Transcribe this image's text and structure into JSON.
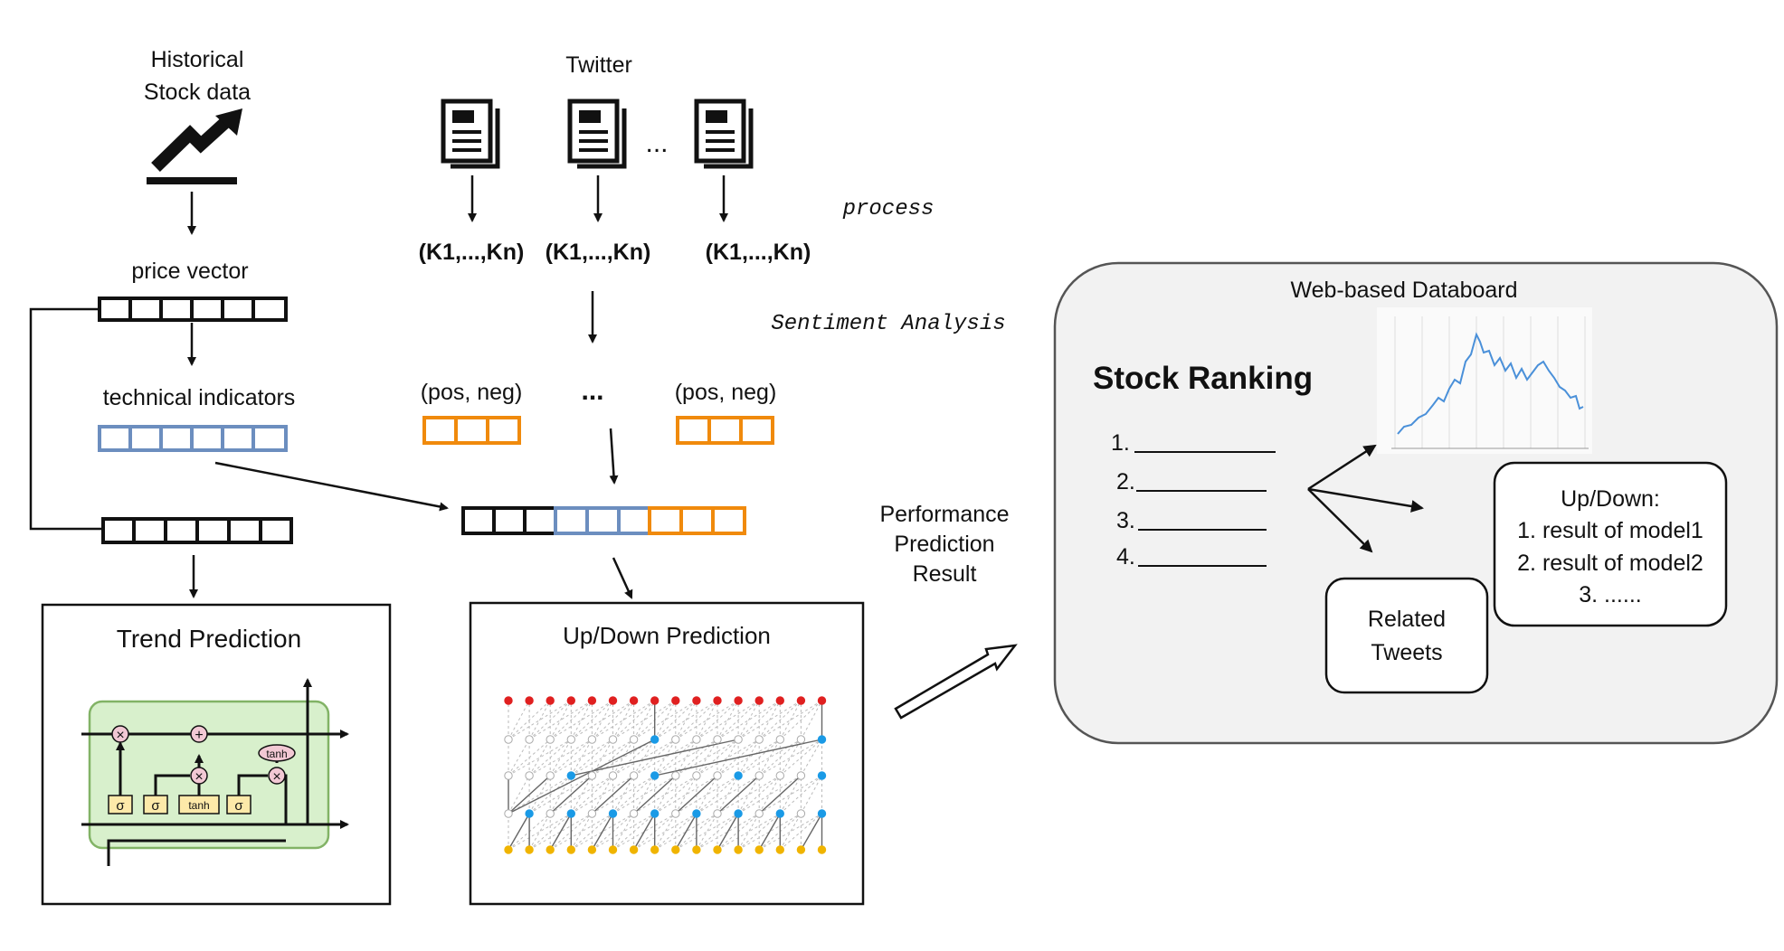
{
  "labels": {
    "historical": [
      "Historical",
      "Stock data"
    ],
    "twitter": "Twitter",
    "process": "process",
    "sentiment": "Sentiment Analysis",
    "price_vector": "price vector",
    "technical_indicators": "technical indicators",
    "keywords": [
      "(K1,...,Kn)",
      "(K1,...,Kn)",
      "(K1,...,Kn)"
    ],
    "sentiment_pairs": [
      "(pos, neg)",
      "(pos, neg)"
    ],
    "ellipsis_docs": "...",
    "ellipsis_sent": "...",
    "performance": [
      "Performance",
      "Prediction",
      "Result"
    ]
  },
  "trend_box": {
    "title": "Trend Prediction",
    "ops": {
      "mul": "×",
      "add": "+",
      "tanh": "tanh"
    },
    "gates": [
      "σ",
      "σ",
      "tanh",
      "σ"
    ]
  },
  "updown_box": {
    "title": "Up/Down Prediction"
  },
  "dashboard": {
    "title": "Web-based Databoard",
    "ranking_title": "Stock Ranking",
    "ranking_items": [
      "1.",
      "2.",
      "3.",
      "4."
    ],
    "updown_lines": [
      "Up/Down:",
      "1. result of model1",
      "2. result of model2",
      "3. ......"
    ],
    "related_tweets": [
      "Related",
      "Tweets"
    ]
  },
  "colors": {
    "black": "#111111",
    "blue_cell": "#6c8ebf",
    "orange_cell": "#f08a0c",
    "lstm_fill": "#d8f0cc",
    "lstm_stroke": "#82b366",
    "gate_fill": "#fde9a9",
    "op_fill": "#f2c8d4",
    "dashboard_fill": "#f2f2f2",
    "chart_line": "#4a90d9",
    "wavenet_red": "#e02020",
    "wavenet_blue": "#1a9ae6",
    "wavenet_yellow": "#f0b400"
  }
}
